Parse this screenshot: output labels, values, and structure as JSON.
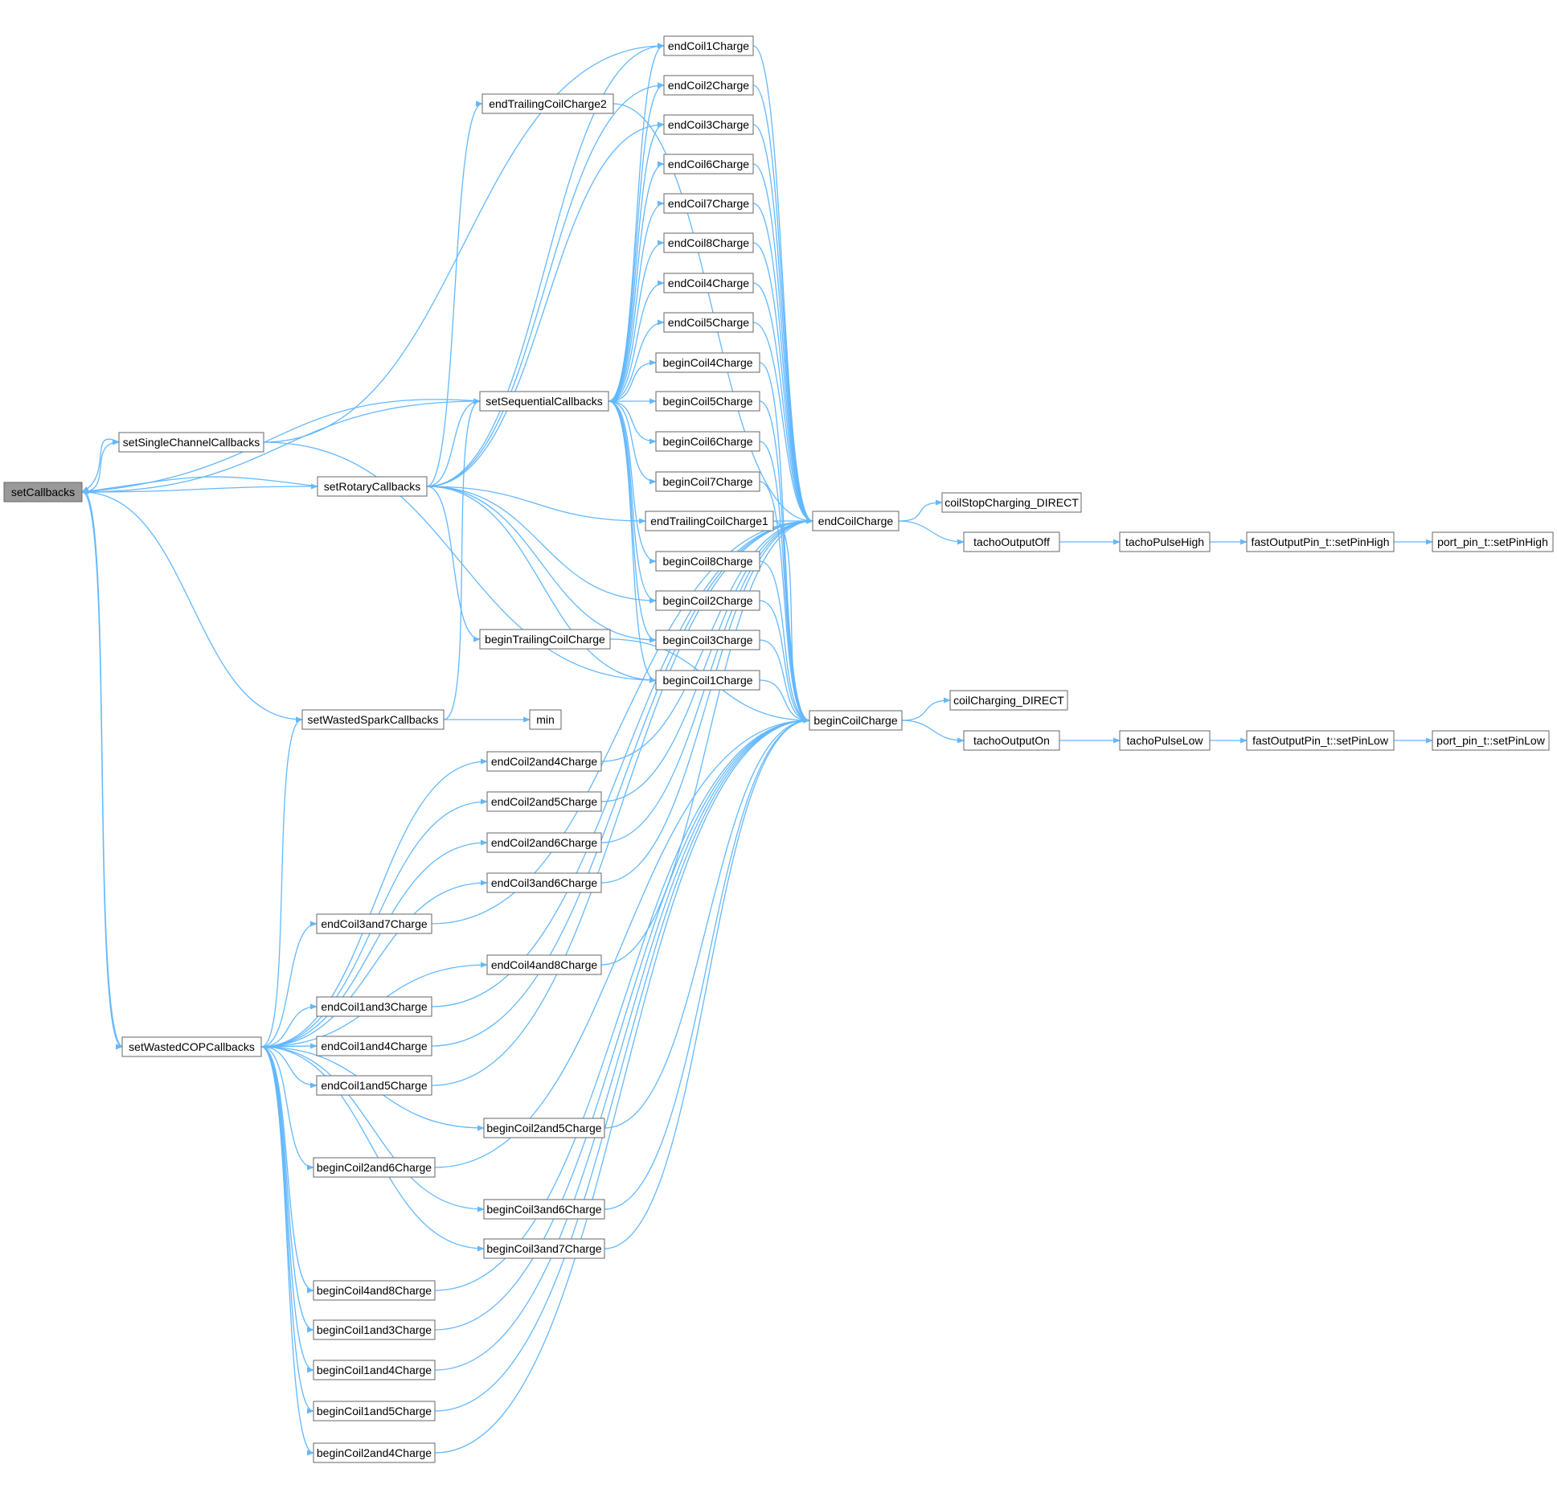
{
  "colors": {
    "edge": "#63B8FF",
    "node_fill": "#FFFFFF",
    "node_border": "#666666",
    "root_fill": "#999999"
  },
  "nodes": [
    {
      "id": "setCallbacks",
      "label": "setCallbacks",
      "root": true
    },
    {
      "id": "setSingleChannelCallbacks",
      "label": "setSingleChannelCallbacks"
    },
    {
      "id": "setRotaryCallbacks",
      "label": "setRotaryCallbacks"
    },
    {
      "id": "setWastedSparkCallbacks",
      "label": "setWastedSparkCallbacks"
    },
    {
      "id": "setWastedCOPCallbacks",
      "label": "setWastedCOPCallbacks"
    },
    {
      "id": "endTrailingCoilCharge2",
      "label": "endTrailingCoilCharge2"
    },
    {
      "id": "setSequentialCallbacks",
      "label": "setSequentialCallbacks"
    },
    {
      "id": "beginTrailingCoilCharge",
      "label": "beginTrailingCoilCharge"
    },
    {
      "id": "min",
      "label": "min"
    },
    {
      "id": "endCoil2and4Charge",
      "label": "endCoil2and4Charge"
    },
    {
      "id": "endCoil2and5Charge",
      "label": "endCoil2and5Charge"
    },
    {
      "id": "endCoil2and6Charge",
      "label": "endCoil2and6Charge"
    },
    {
      "id": "endCoil3and6Charge",
      "label": "endCoil3and6Charge"
    },
    {
      "id": "endCoil3and7Charge",
      "label": "endCoil3and7Charge"
    },
    {
      "id": "endCoil4and8Charge",
      "label": "endCoil4and8Charge"
    },
    {
      "id": "endCoil1and3Charge",
      "label": "endCoil1and3Charge"
    },
    {
      "id": "endCoil1and4Charge",
      "label": "endCoil1and4Charge"
    },
    {
      "id": "endCoil1and5Charge",
      "label": "endCoil1and5Charge"
    },
    {
      "id": "beginCoil2and5Charge",
      "label": "beginCoil2and5Charge"
    },
    {
      "id": "beginCoil2and6Charge",
      "label": "beginCoil2and6Charge"
    },
    {
      "id": "beginCoil3and6Charge",
      "label": "beginCoil3and6Charge"
    },
    {
      "id": "beginCoil3and7Charge",
      "label": "beginCoil3and7Charge"
    },
    {
      "id": "beginCoil4and8Charge",
      "label": "beginCoil4and8Charge"
    },
    {
      "id": "beginCoil1and3Charge",
      "label": "beginCoil1and3Charge"
    },
    {
      "id": "beginCoil1and4Charge",
      "label": "beginCoil1and4Charge"
    },
    {
      "id": "beginCoil1and5Charge",
      "label": "beginCoil1and5Charge"
    },
    {
      "id": "beginCoil2and4Charge",
      "label": "beginCoil2and4Charge"
    },
    {
      "id": "endCoil1Charge",
      "label": "endCoil1Charge"
    },
    {
      "id": "endCoil2Charge",
      "label": "endCoil2Charge"
    },
    {
      "id": "endCoil3Charge",
      "label": "endCoil3Charge"
    },
    {
      "id": "endCoil6Charge",
      "label": "endCoil6Charge"
    },
    {
      "id": "endCoil7Charge",
      "label": "endCoil7Charge"
    },
    {
      "id": "endCoil8Charge",
      "label": "endCoil8Charge"
    },
    {
      "id": "endCoil4Charge",
      "label": "endCoil4Charge"
    },
    {
      "id": "endCoil5Charge",
      "label": "endCoil5Charge"
    },
    {
      "id": "beginCoil4Charge",
      "label": "beginCoil4Charge"
    },
    {
      "id": "beginCoil5Charge",
      "label": "beginCoil5Charge"
    },
    {
      "id": "beginCoil6Charge",
      "label": "beginCoil6Charge"
    },
    {
      "id": "beginCoil7Charge",
      "label": "beginCoil7Charge"
    },
    {
      "id": "endTrailingCoilCharge1",
      "label": "endTrailingCoilCharge1"
    },
    {
      "id": "beginCoil8Charge",
      "label": "beginCoil8Charge"
    },
    {
      "id": "beginCoil2Charge",
      "label": "beginCoil2Charge"
    },
    {
      "id": "beginCoil3Charge",
      "label": "beginCoil3Charge"
    },
    {
      "id": "beginCoil1Charge",
      "label": "beginCoil1Charge"
    },
    {
      "id": "endCoilCharge",
      "label": "endCoilCharge"
    },
    {
      "id": "beginCoilCharge",
      "label": "beginCoilCharge"
    },
    {
      "id": "coilStopCharging_DIRECT",
      "label": "coilStopCharging_DIRECT"
    },
    {
      "id": "tachoOutputOff",
      "label": "tachoOutputOff"
    },
    {
      "id": "coilCharging_DIRECT",
      "label": "coilCharging_DIRECT"
    },
    {
      "id": "tachoOutputOn",
      "label": "tachoOutputOn"
    },
    {
      "id": "tachoPulseHigh",
      "label": "tachoPulseHigh"
    },
    {
      "id": "tachoPulseLow",
      "label": "tachoPulseLow"
    },
    {
      "id": "fastOutputPin_t_setPinHigh",
      "label": "fastOutputPin_t::setPinHigh"
    },
    {
      "id": "fastOutputPin_t_setPinLow",
      "label": "fastOutputPin_t::setPinLow"
    },
    {
      "id": "port_pin_t_setPinHigh",
      "label": "port_pin_t::setPinHigh"
    },
    {
      "id": "port_pin_t_setPinLow",
      "label": "port_pin_t::setPinLow"
    }
  ],
  "edges": [
    [
      "setCallbacks",
      "setSingleChannelCallbacks"
    ],
    [
      "setCallbacks",
      "setRotaryCallbacks"
    ],
    [
      "setCallbacks",
      "setSequentialCallbacks"
    ],
    [
      "setCallbacks",
      "setWastedSparkCallbacks"
    ],
    [
      "setCallbacks",
      "setWastedCOPCallbacks"
    ],
    [
      "setSingleChannelCallbacks",
      "setCallbacks"
    ],
    [
      "setSingleChannelCallbacks",
      "endCoil1Charge"
    ],
    [
      "setSingleChannelCallbacks",
      "beginCoil1Charge"
    ],
    [
      "setRotaryCallbacks",
      "setCallbacks"
    ],
    [
      "setRotaryCallbacks",
      "endTrailingCoilCharge2"
    ],
    [
      "setRotaryCallbacks",
      "setSequentialCallbacks"
    ],
    [
      "setRotaryCallbacks",
      "beginTrailingCoilCharge"
    ],
    [
      "setRotaryCallbacks",
      "endCoil1Charge"
    ],
    [
      "setRotaryCallbacks",
      "endCoil2Charge"
    ],
    [
      "setRotaryCallbacks",
      "endCoil3Charge"
    ],
    [
      "setRotaryCallbacks",
      "endTrailingCoilCharge1"
    ],
    [
      "setRotaryCallbacks",
      "beginCoil1Charge"
    ],
    [
      "setRotaryCallbacks",
      "beginCoil2Charge"
    ],
    [
      "setRotaryCallbacks",
      "beginCoil3Charge"
    ],
    [
      "setSequentialCallbacks",
      "setCallbacks"
    ],
    [
      "setSequentialCallbacks",
      "endCoil1Charge"
    ],
    [
      "setSequentialCallbacks",
      "endCoil2Charge"
    ],
    [
      "setSequentialCallbacks",
      "endCoil3Charge"
    ],
    [
      "setSequentialCallbacks",
      "endCoil4Charge"
    ],
    [
      "setSequentialCallbacks",
      "endCoil5Charge"
    ],
    [
      "setSequentialCallbacks",
      "endCoil6Charge"
    ],
    [
      "setSequentialCallbacks",
      "endCoil7Charge"
    ],
    [
      "setSequentialCallbacks",
      "endCoil8Charge"
    ],
    [
      "setSequentialCallbacks",
      "beginCoil1Charge"
    ],
    [
      "setSequentialCallbacks",
      "beginCoil2Charge"
    ],
    [
      "setSequentialCallbacks",
      "beginCoil3Charge"
    ],
    [
      "setSequentialCallbacks",
      "beginCoil4Charge"
    ],
    [
      "setSequentialCallbacks",
      "beginCoil5Charge"
    ],
    [
      "setSequentialCallbacks",
      "beginCoil6Charge"
    ],
    [
      "setSequentialCallbacks",
      "beginCoil7Charge"
    ],
    [
      "setSequentialCallbacks",
      "beginCoil8Charge"
    ],
    [
      "setWastedSparkCallbacks",
      "setSequentialCallbacks"
    ],
    [
      "setWastedSparkCallbacks",
      "min"
    ],
    [
      "setWastedCOPCallbacks",
      "setWastedSparkCallbacks"
    ],
    [
      "setWastedCOPCallbacks",
      "setCallbacks"
    ],
    [
      "setWastedCOPCallbacks",
      "endCoil2and4Charge"
    ],
    [
      "setWastedCOPCallbacks",
      "endCoil2and5Charge"
    ],
    [
      "setWastedCOPCallbacks",
      "endCoil2and6Charge"
    ],
    [
      "setWastedCOPCallbacks",
      "endCoil3and6Charge"
    ],
    [
      "setWastedCOPCallbacks",
      "endCoil3and7Charge"
    ],
    [
      "setWastedCOPCallbacks",
      "endCoil4and8Charge"
    ],
    [
      "setWastedCOPCallbacks",
      "endCoil1and3Charge"
    ],
    [
      "setWastedCOPCallbacks",
      "endCoil1and4Charge"
    ],
    [
      "setWastedCOPCallbacks",
      "endCoil1and5Charge"
    ],
    [
      "setWastedCOPCallbacks",
      "beginCoil2and5Charge"
    ],
    [
      "setWastedCOPCallbacks",
      "beginCoil2and6Charge"
    ],
    [
      "setWastedCOPCallbacks",
      "beginCoil3and6Charge"
    ],
    [
      "setWastedCOPCallbacks",
      "beginCoil3and7Charge"
    ],
    [
      "setWastedCOPCallbacks",
      "beginCoil4and8Charge"
    ],
    [
      "setWastedCOPCallbacks",
      "beginCoil1and3Charge"
    ],
    [
      "setWastedCOPCallbacks",
      "beginCoil1and4Charge"
    ],
    [
      "setWastedCOPCallbacks",
      "beginCoil1and5Charge"
    ],
    [
      "setWastedCOPCallbacks",
      "beginCoil2and4Charge"
    ],
    [
      "endTrailingCoilCharge2",
      "endCoilCharge"
    ],
    [
      "beginTrailingCoilCharge",
      "beginCoilCharge"
    ],
    [
      "endCoil1Charge",
      "endCoilCharge"
    ],
    [
      "endCoil2Charge",
      "endCoilCharge"
    ],
    [
      "endCoil3Charge",
      "endCoilCharge"
    ],
    [
      "endCoil4Charge",
      "endCoilCharge"
    ],
    [
      "endCoil5Charge",
      "endCoilCharge"
    ],
    [
      "endCoil6Charge",
      "endCoilCharge"
    ],
    [
      "endCoil7Charge",
      "endCoilCharge"
    ],
    [
      "endCoil8Charge",
      "endCoilCharge"
    ],
    [
      "endTrailingCoilCharge1",
      "endCoilCharge"
    ],
    [
      "endTrailingCoilCharge1",
      "beginCoilCharge"
    ],
    [
      "beginCoil1Charge",
      "beginCoilCharge"
    ],
    [
      "beginCoil2Charge",
      "beginCoilCharge"
    ],
    [
      "beginCoil3Charge",
      "beginCoilCharge"
    ],
    [
      "beginCoil4Charge",
      "beginCoilCharge"
    ],
    [
      "beginCoil5Charge",
      "beginCoilCharge"
    ],
    [
      "beginCoil6Charge",
      "beginCoilCharge"
    ],
    [
      "beginCoil7Charge",
      "beginCoilCharge"
    ],
    [
      "beginCoil8Charge",
      "beginCoilCharge"
    ],
    [
      "endCoil2and4Charge",
      "endCoilCharge"
    ],
    [
      "endCoil2and5Charge",
      "endCoilCharge"
    ],
    [
      "endCoil2and6Charge",
      "endCoilCharge"
    ],
    [
      "endCoil3and6Charge",
      "endCoilCharge"
    ],
    [
      "endCoil3and7Charge",
      "endCoilCharge"
    ],
    [
      "endCoil4and8Charge",
      "endCoilCharge"
    ],
    [
      "endCoil1and3Charge",
      "endCoilCharge"
    ],
    [
      "endCoil1and4Charge",
      "endCoilCharge"
    ],
    [
      "endCoil1and5Charge",
      "endCoilCharge"
    ],
    [
      "beginCoil2and5Charge",
      "beginCoilCharge"
    ],
    [
      "beginCoil2and6Charge",
      "beginCoilCharge"
    ],
    [
      "beginCoil3and6Charge",
      "beginCoilCharge"
    ],
    [
      "beginCoil3and7Charge",
      "beginCoilCharge"
    ],
    [
      "beginCoil4and8Charge",
      "beginCoilCharge"
    ],
    [
      "beginCoil1and3Charge",
      "beginCoilCharge"
    ],
    [
      "beginCoil1and4Charge",
      "beginCoilCharge"
    ],
    [
      "beginCoil1and5Charge",
      "beginCoilCharge"
    ],
    [
      "beginCoil2and4Charge",
      "beginCoilCharge"
    ],
    [
      "endCoilCharge",
      "coilStopCharging_DIRECT"
    ],
    [
      "endCoilCharge",
      "tachoOutputOff"
    ],
    [
      "beginCoilCharge",
      "coilCharging_DIRECT"
    ],
    [
      "beginCoilCharge",
      "tachoOutputOn"
    ],
    [
      "tachoOutputOff",
      "tachoPulseHigh"
    ],
    [
      "tachoOutputOn",
      "tachoPulseLow"
    ],
    [
      "tachoPulseHigh",
      "fastOutputPin_t_setPinHigh"
    ],
    [
      "tachoPulseLow",
      "fastOutputPin_t_setPinLow"
    ],
    [
      "fastOutputPin_t_setPinHigh",
      "port_pin_t_setPinHigh"
    ],
    [
      "fastOutputPin_t_setPinLow",
      "port_pin_t_setPinLow"
    ]
  ]
}
